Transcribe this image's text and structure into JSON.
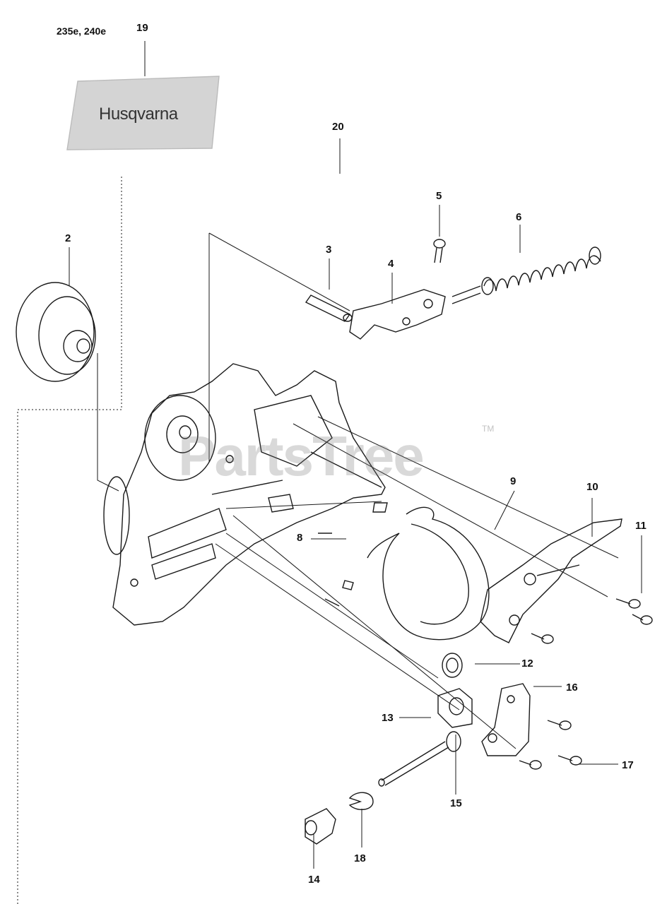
{
  "header": {
    "models": "235e, 240e"
  },
  "decal": {
    "brand": "Husqvarna"
  },
  "watermark": {
    "text": "PartsTree",
    "tm": "TM"
  },
  "callouts": [
    "19",
    "20",
    "2",
    "3",
    "4",
    "5",
    "6",
    "9",
    "10",
    "11",
    "8",
    "12",
    "16",
    "13",
    "17",
    "15",
    "18",
    "14"
  ],
  "colors": {
    "line": "#1a1a1a",
    "decal": "#cfcfcf",
    "watermark": "#888888"
  }
}
